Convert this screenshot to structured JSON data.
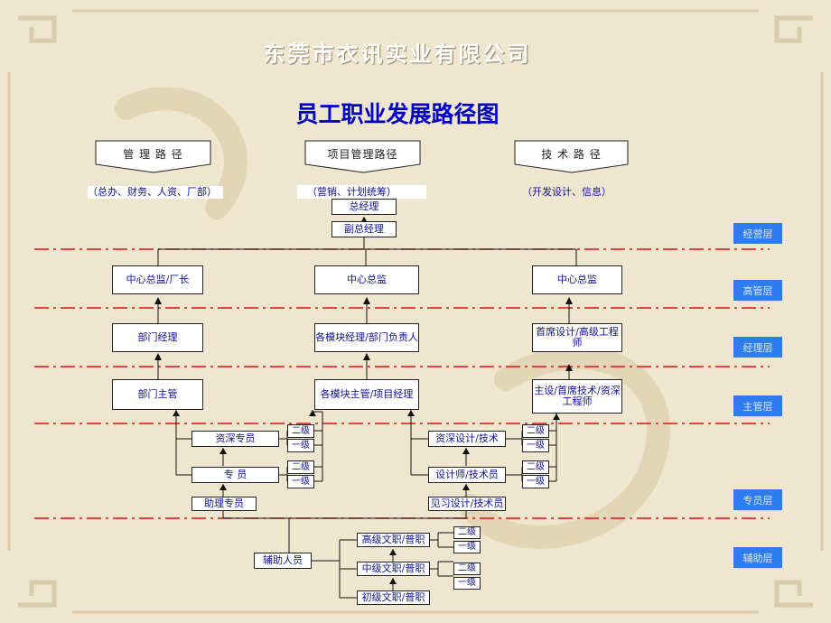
{
  "header": {
    "company": "东莞市衣讯实业有限公司",
    "title": "员工职业发展路径图"
  },
  "paths": {
    "management": {
      "label": "管 理 路 径",
      "note": "（总办、财务、人资、厂部）"
    },
    "project": {
      "label": "项目管理路径",
      "note": "（营销、计划统筹）"
    },
    "technical": {
      "label": "技 术 路 径",
      "note": "（开发设计、信息）"
    }
  },
  "boxes": {
    "general_manager": "总经理",
    "deputy_gm": "副总经理",
    "center_director_factory": "中心总监/厂长",
    "center_director_mid": "中心总监",
    "center_director_right": "中心总监",
    "dept_manager": "部门经理",
    "module_manager": "各模块经理/部门负责人",
    "chief_designer": "首席设计/高级工程师",
    "dept_supervisor": "部门主管",
    "module_supervisor": "各模块主管/项目经理",
    "lead_designer": "主设/首席技术/资深工程师",
    "senior_specialist": "资深专员",
    "specialist": "专 员",
    "assistant_specialist": "助理专员",
    "senior_designer": "资深设计/技术",
    "designer": "设计师/技术员",
    "intern_designer": "见习设计/技术员",
    "aux_staff": "辅助人员",
    "senior_clerk": "高级文职/普职",
    "mid_clerk": "中级文职/普职",
    "junior_clerk": "初级文职/普职"
  },
  "grades": {
    "level2": "二级",
    "level1": "一级"
  },
  "layers": [
    "经营层",
    "高管层",
    "经理层",
    "主管层",
    "专员层",
    "辅助层"
  ],
  "colors": {
    "box_text": "#1010a0",
    "title": "#0000c8",
    "dash_line": "#e01010",
    "layer_bg": "#2e7cf2"
  }
}
